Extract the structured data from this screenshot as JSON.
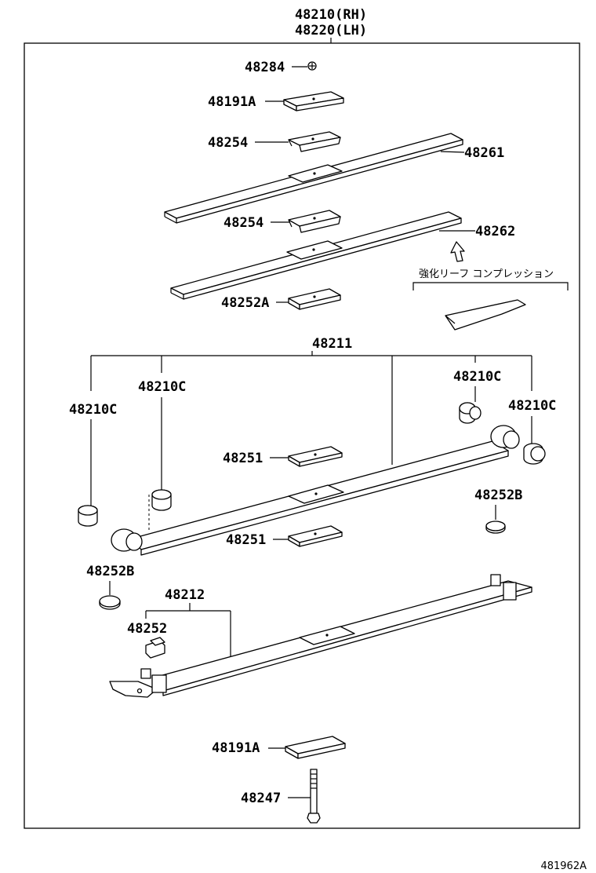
{
  "labels": {
    "top_rh": "48210(RH)",
    "top_lh": "48220(LH)",
    "p48284": "48284",
    "p48191a_top": "48191A",
    "p48254_a": "48254",
    "p48261": "48261",
    "p48254_b": "48254",
    "p48262": "48262",
    "jp_note": "強化リーフ コンプレッション",
    "p48252a": "48252A",
    "p48211": "48211",
    "p48210c_1": "48210C",
    "p48210c_2": "48210C",
    "p48210c_3": "48210C",
    "p48210c_4": "48210C",
    "p48251_a": "48251",
    "p48252b_r": "48252B",
    "p48251_b": "48251",
    "p48252b_l": "48252B",
    "p48212": "48212",
    "p48252": "48252",
    "p48191a_bot": "48191A",
    "p48247": "48247",
    "figure_code": "481962A"
  }
}
